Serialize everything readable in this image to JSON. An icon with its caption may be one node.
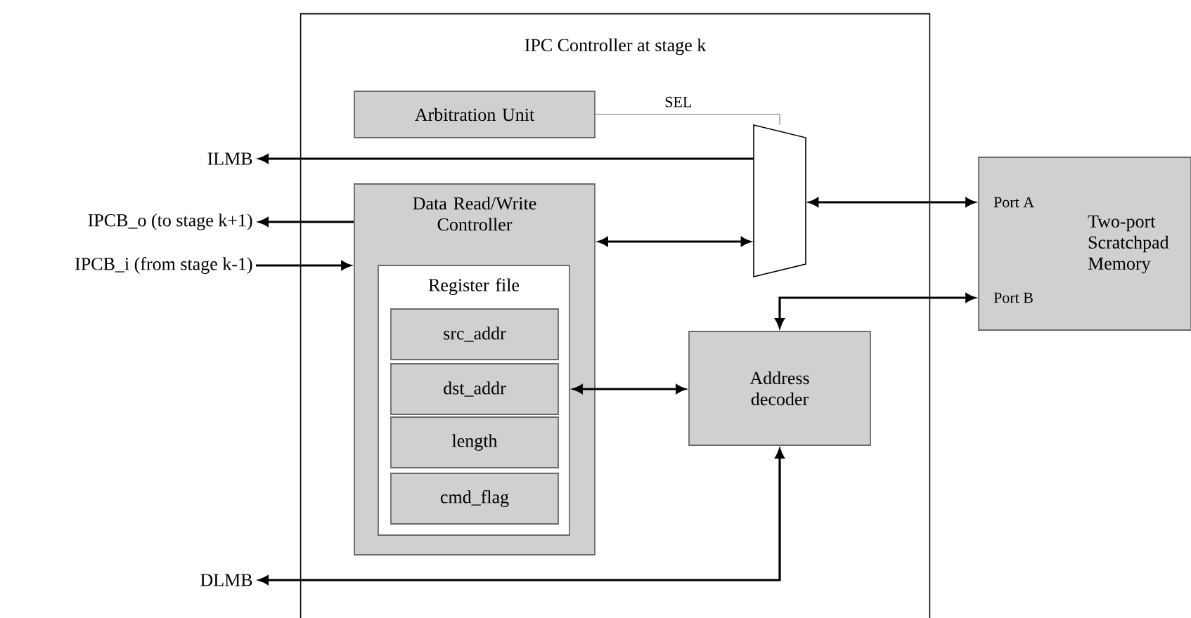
{
  "diagram": {
    "nodes": [
      {
        "text": [
          "IPC Controller at stage k"
        ]
      },
      {
        "text": [
          "Arbitration Unit"
        ],
        "in": 0
      },
      {
        "text": [],
        "shape": "trapezoid",
        "in": 0
      },
      {
        "text": [
          "Data Read/Write Controller"
        ],
        "in": 0
      },
      {
        "text": [
          "Register file"
        ],
        "in": 3
      },
      {
        "text": [
          "src_addr"
        ],
        "in": 4
      },
      {
        "text": [
          "dst_addr"
        ],
        "in": 4
      },
      {
        "text": [
          "length"
        ],
        "in": 4
      },
      {
        "text": [
          "cmd_flag"
        ],
        "in": 4
      },
      {
        "text": [
          "Address decoder"
        ],
        "in": 0
      },
      {
        "text": [
          "Two-port Scratchpad Memory",
          "Port A",
          "Port B"
        ]
      },
      {
        "text": [
          "ILMB"
        ]
      },
      {
        "text": [
          "IPCB_o (to stage k+1)"
        ]
      },
      {
        "text": [
          "IPCB_i (from stage k-1)"
        ]
      },
      {
        "text": [
          "DLMB"
        ]
      }
    ],
    "edges": [
      {
        "from": 2,
        "to": 11,
        "arrow": "to"
      },
      {
        "from": 3,
        "to": 12,
        "arrow": "to"
      },
      {
        "from": 13,
        "to": 3,
        "arrow": "to"
      },
      {
        "from": 3,
        "to": 2,
        "arrow": "both"
      },
      {
        "from": 2,
        "to": 10,
        "arrow": "both"
      },
      {
        "from": 9,
        "to": 10,
        "arrow": "both"
      },
      {
        "from": 4,
        "to": 9,
        "arrow": "both"
      },
      {
        "from": 14,
        "to": 9,
        "arrow": "both"
      },
      {
        "from": 1,
        "to": 2,
        "arrow": "none",
        "label": "SEL",
        "color": "#a0a0a0"
      }
    ]
  }
}
